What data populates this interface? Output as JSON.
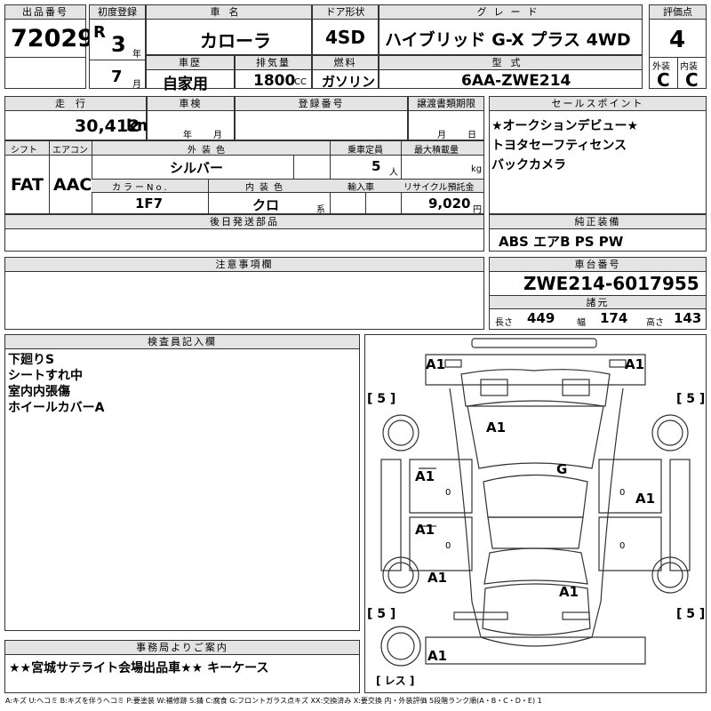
{
  "header": {
    "lot_label": "出品番号",
    "lot": "72029",
    "first_reg_label": "初度登録",
    "era": "R",
    "year": "3",
    "year_unit": "年",
    "month": "7",
    "month_unit": "月",
    "car_name_label": "車名",
    "car_name": "カローラ",
    "door_label": "ドア形状",
    "door": "4SD",
    "grade_label": "グレード",
    "grade": "ハイブリッド G-X プラス 4WD",
    "score_label": "評価点",
    "score": "4",
    "history_label": "車歴",
    "history": "自家用",
    "displacement_label": "排気量",
    "displacement": "1800",
    "displacement_unit": "CC",
    "fuel_label": "燃料",
    "fuel": "ガソリン",
    "model_label": "型式",
    "model": "6AA-ZWE214",
    "exterior_label": "外装",
    "exterior_grade": "C",
    "interior_label": "内装",
    "interior_grade": "C"
  },
  "row2": {
    "mileage_label": "走行",
    "mileage": "30,412",
    "mileage_unit": "km",
    "inspection_label": "車検",
    "insp_year_unit": "年",
    "insp_month_unit": "月",
    "reg_no_label": "登録番号",
    "transfer_label": "譲渡書類期限",
    "transfer_month_unit": "月",
    "transfer_day_unit": "日"
  },
  "row3": {
    "shift_label": "シフト",
    "shift": "FAT",
    "aircon_label": "エアコン",
    "aircon": "AAC",
    "color_label": "外装色",
    "color": "シルバー",
    "capacity_label": "乗車定員",
    "capacity": "5",
    "capacity_unit": "人",
    "load_label": "最大積載量",
    "load_unit": "kg",
    "color_no_label": "カラーNo.",
    "color_no": "1F7",
    "interior_color_label": "内装色",
    "interior_color": "クロ",
    "interior_color_unit": "系",
    "import_label": "輸入車",
    "recycle_label": "リサイクル預託金",
    "recycle": "9,020",
    "recycle_unit": "円"
  },
  "sales_points": {
    "label": "セールスポイント",
    "items": [
      "★オークションデビュー★",
      "トヨタセーフティセンス",
      "バックカメラ"
    ]
  },
  "later_parts": {
    "label": "後日発送部品"
  },
  "equipment": {
    "label": "純正装備",
    "value": "ABS エアB PS PW"
  },
  "notes": {
    "label": "注意事項欄"
  },
  "chassis": {
    "label": "車台番号",
    "value": "ZWE214-6017955"
  },
  "specs": {
    "label": "諸元",
    "length_label": "長さ",
    "length": "449",
    "width_label": "幅",
    "width": "174",
    "height_label": "高さ",
    "height": "143"
  },
  "inspector": {
    "label": "検査員記入欄",
    "lines": [
      "下廻りS",
      "シートすれ中",
      "室内内張傷",
      "ホイールカバーA"
    ]
  },
  "diagram": {
    "marks": {
      "front_left_bumper": "A1",
      "front_right_bumper": "A1",
      "hood": "A1",
      "roof": "G",
      "left_front_door": "A1",
      "left_rear_door": "A1",
      "right_front_door": "A1",
      "left_rear_fender": "A1",
      "trunk": "A1",
      "rear_bumper": "A1",
      "tire_fl": "[ 5 ]",
      "tire_fr": "[ 5 ]",
      "tire_rl": "[ 5 ]",
      "tire_rr": "[ 5 ]",
      "spare": "[ レス ]",
      "door_zero_1": "0",
      "door_zero_2": "0",
      "door_zero_3": "0",
      "door_zero_4": "0"
    }
  },
  "office": {
    "label": "事務局よりご案内",
    "text": "★★宮城サテライト会場出品車★★ キーケース"
  },
  "legend": "A:キズ U:ヘコミ B:キズを伴うヘコミ P:要塗装 W:補修跡 S:錆 C:腐食 G:フロントガラス点キズ XX:交換済み X:要交換 内・外装評価 5段階ランク順(A・B・C・D・E) 1"
}
